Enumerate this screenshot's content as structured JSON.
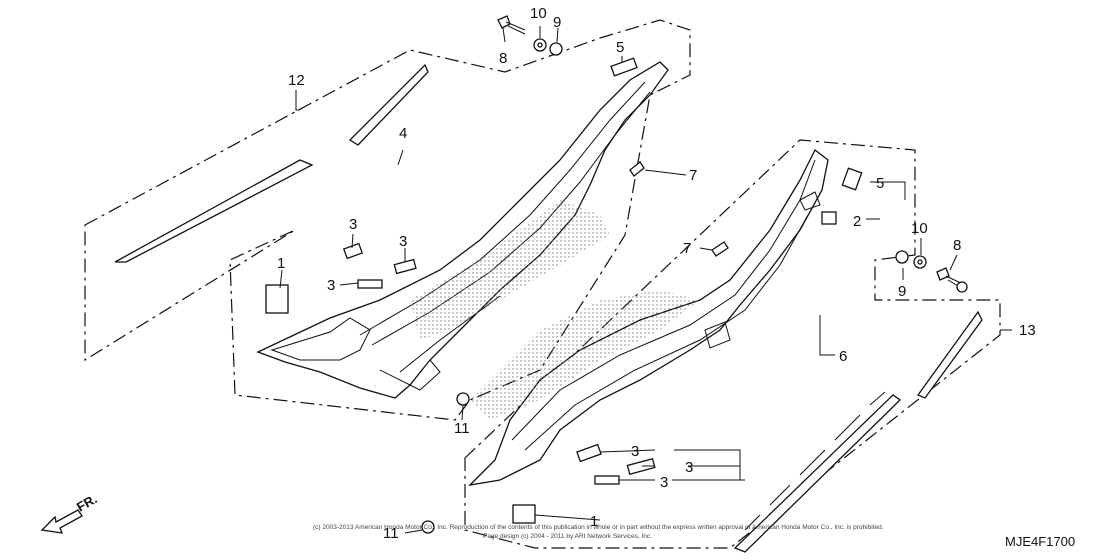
{
  "diagram": {
    "callouts": {
      "c1_left": "1",
      "c1_bottom": "1",
      "c2": "2",
      "c3_a": "3",
      "c3_b": "3",
      "c3_c": "3",
      "c3_d": "3",
      "c3_e": "3",
      "c3_f": "3",
      "c4": "4",
      "c5_top": "5",
      "c5_right": "5",
      "c6": "6",
      "c7_left": "7",
      "c7_right": "7",
      "c8_top": "8",
      "c8_right": "8",
      "c9_top": "9",
      "c9_right": "9",
      "c10_top": "10",
      "c10_right": "10",
      "c11_left": "11",
      "c11_bottom": "11",
      "c12": "12",
      "c13": "13"
    },
    "direction_label": "FR.",
    "diagram_code": "MJE4F1700",
    "copyright_line1": "(c) 2003-2013 American Honda Motor Co., Inc. Reproduction of the contents of this publication in whole or in part without the express written approval of American Honda Motor Co., Inc. is prohibited.",
    "copyright_line2": "Page design (c) 2004 - 2011 by ARI Network Services, Inc."
  }
}
